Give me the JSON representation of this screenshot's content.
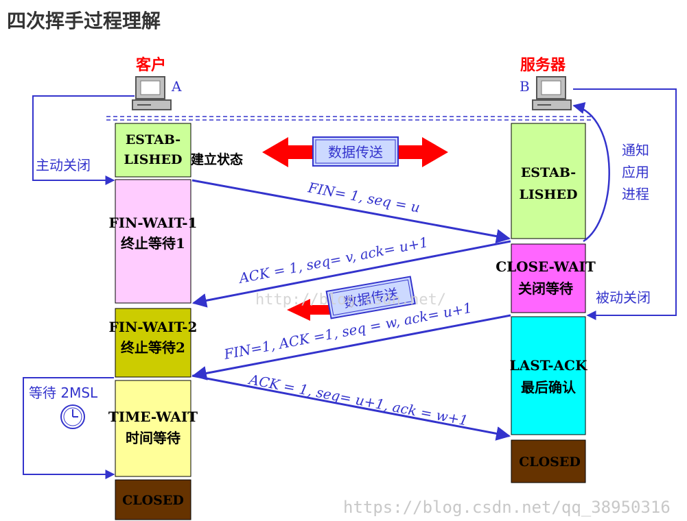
{
  "title": "四次挥手过程理解",
  "client": {
    "label": "客户",
    "letter": "A"
  },
  "server": {
    "label": "服务器",
    "letter": "B"
  },
  "client_states": [
    {
      "line1": "ESTAB-",
      "line2": "LISHED",
      "color": "#ccff99"
    },
    {
      "line1": "FIN-WAIT-1",
      "line2": "终止等待1",
      "color": "#ffccff"
    },
    {
      "line1": "FIN-WAIT-2",
      "line2": "终止等待2",
      "color": "#cccc00"
    },
    {
      "line1": "TIME-WAIT",
      "line2": "时间等待",
      "color": "#ffff99"
    },
    {
      "line1": "CLOSED",
      "line2": "",
      "color": "#663300"
    }
  ],
  "server_states": [
    {
      "line1": "ESTAB-",
      "line2": "LISHED",
      "color": "#ccff99"
    },
    {
      "line1": "CLOSE-WAIT",
      "line2": "关闭等待",
      "color": "#ff66ff"
    },
    {
      "line1": "LAST-ACK",
      "line2": "最后确认",
      "color": "#00ffff"
    },
    {
      "line1": "CLOSED",
      "line2": "",
      "color": "#663300"
    }
  ],
  "established_note": "建立状态",
  "data_transfer_label": "数据传送",
  "active_close_label": "主动关闭",
  "passive_close_label": "被动关闭",
  "notify_app_label": [
    "通知",
    "应用",
    "进程"
  ],
  "wait_label": "等待 2MSL",
  "messages": [
    "FIN= 1, seq = u",
    "ACK = 1, seq= v, ack= u+1",
    "FIN=1, ACK =1, seq = w, ack= u+1",
    "ACK = 1, seq= u+1, ack = w+1"
  ],
  "watermarks": [
    "http://blog.csdn.net/",
    "https://blog.csdn.net/qq_38950316"
  ],
  "colors": {
    "arrow_blue": "#3333cc",
    "red": "#ff0000",
    "pill_fill": "#ccd9ff"
  }
}
